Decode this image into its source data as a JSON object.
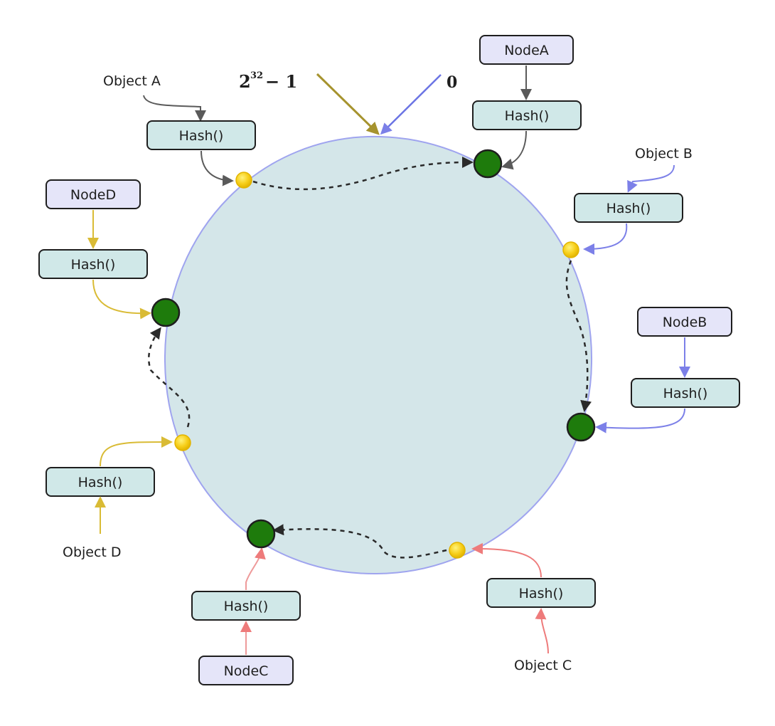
{
  "ring_labels": {
    "max_label": "2",
    "max_exponent": "32",
    "max_tail": " − 1",
    "zero_label": "0"
  },
  "colors": {
    "ring_fill": "#d4e6e9",
    "ring_stroke": "#9fa4ef",
    "hash_box_fill": "#d0e8e8",
    "node_box_fill": "#e5e5f9",
    "node_dot": "#1e7b0c",
    "object_dot": "#f7cf1b",
    "gray_arrow": "#5a5a5a",
    "blue_arrow": "#7c80e8",
    "yellow_arrow": "#d9bb35",
    "red_arrow": "#ee7b7b",
    "olive_arrow": "#a6932e"
  },
  "nodes": {
    "a": {
      "name": "NodeA",
      "hash": "Hash()"
    },
    "b": {
      "name": "NodeB",
      "hash": "Hash()"
    },
    "c": {
      "name": "NodeC",
      "hash": "Hash()"
    },
    "d": {
      "name": "NodeD",
      "hash": "Hash()"
    }
  },
  "objects": {
    "a": {
      "name": "Object A",
      "hash": "Hash()"
    },
    "b": {
      "name": "Object B",
      "hash": "Hash()"
    },
    "c": {
      "name": "Object C",
      "hash": "Hash()"
    },
    "d": {
      "name": "Object D",
      "hash": "Hash()"
    }
  }
}
